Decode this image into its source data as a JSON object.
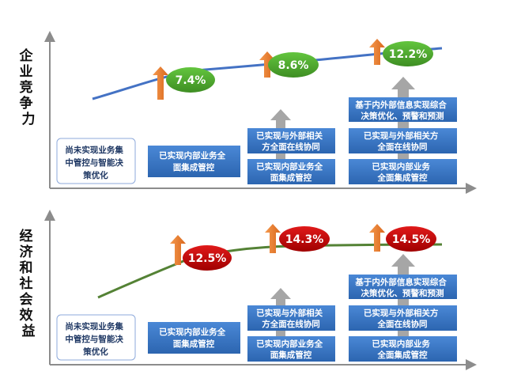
{
  "colors": {
    "box_blue": "#3876c4",
    "axis_gray": "#8c8c8c",
    "up_arrow_gray": "#a6a6a6",
    "orange_arrow": "#ed7d31",
    "top_line": "#4472c4",
    "bottom_line": "#548235",
    "green_bubble": "#4ea72e",
    "red_bubble": "#c00000",
    "outline_box_border": "#8eaadb",
    "outline_box_text": "#1f3864"
  },
  "panels": [
    {
      "y_label": "企业竞争力",
      "not_yet": [
        "尚未实现业务集",
        "中管控与智能决",
        "策优化"
      ],
      "stages": [
        {
          "boxes": [
            [
              "已实现内部业务全",
              "面集成管控"
            ]
          ]
        },
        {
          "boxes": [
            [
              "已实现与外部相关",
              "方全面在线协同"
            ],
            [
              "已实现内部业务全",
              "面集成管控"
            ]
          ]
        },
        {
          "boxes": [
            [
              "基于内外部信息实现综合",
              "决策优化、预警和预测"
            ],
            [
              "已实现与外部相关方",
              "全面在线协同"
            ],
            [
              "已实现内部业务",
              "全面集成管控"
            ]
          ]
        }
      ],
      "bubbles": [
        "7.4%",
        "8.6%",
        "12.2%"
      ],
      "bubble_color": "green"
    },
    {
      "y_label": "经济和社会效益",
      "not_yet": [
        "尚未实现业务集",
        "中管控与智能决",
        "策优化"
      ],
      "stages": [
        {
          "boxes": [
            [
              "已实现内部业务全",
              "面集成管控"
            ]
          ]
        },
        {
          "boxes": [
            [
              "已实现与外部相关",
              "方全面在线协同"
            ],
            [
              "已实现内部业务全",
              "面集成管控"
            ]
          ]
        },
        {
          "boxes": [
            [
              "基于内外部信息实现综合",
              "决策优化、预警和预测"
            ],
            [
              "已实现与外部相关方",
              "全面在线协同"
            ],
            [
              "已实现内部业务",
              "全面集成管控"
            ]
          ]
        }
      ],
      "bubbles": [
        "12.5%",
        "14.3%",
        "14.5%"
      ],
      "bubble_color": "red"
    }
  ]
}
